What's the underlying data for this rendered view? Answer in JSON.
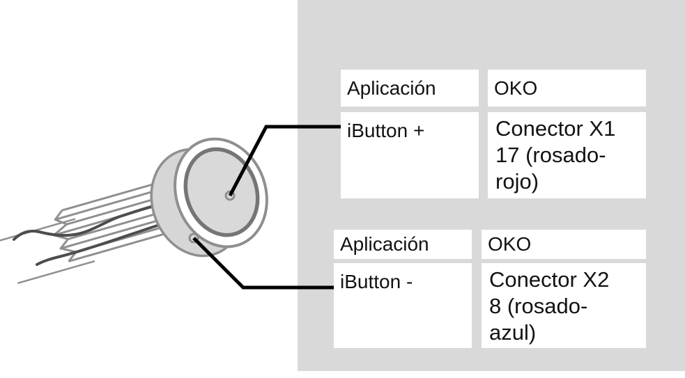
{
  "colors": {
    "panel-bg": "#d9d9d9",
    "cell-bg": "#ffffff",
    "text": "#121212",
    "leader": "#000000",
    "outline": "#8f8f8f",
    "ring-dark": "#757575",
    "fill-light": "#d9d9d9",
    "fill-body": "#d6d6d6",
    "wire-dark": "#4d4d4d"
  },
  "diagram": {
    "description": "iButton probe (round can sensor with cable bundle) with leader lines to its + and - contacts"
  },
  "tables": [
    {
      "header": {
        "application": "Aplicación",
        "oko": "OKO"
      },
      "row": {
        "application": "iButton +",
        "oko": [
          "Conector X1",
          "17 (rosado-",
          "rojo)"
        ]
      }
    },
    {
      "header": {
        "application": "Aplicación",
        "oko": "OKO"
      },
      "row": {
        "application": "iButton -",
        "oko": [
          "Conector X2",
          "8 (rosado-",
          "azul)"
        ]
      }
    }
  ]
}
